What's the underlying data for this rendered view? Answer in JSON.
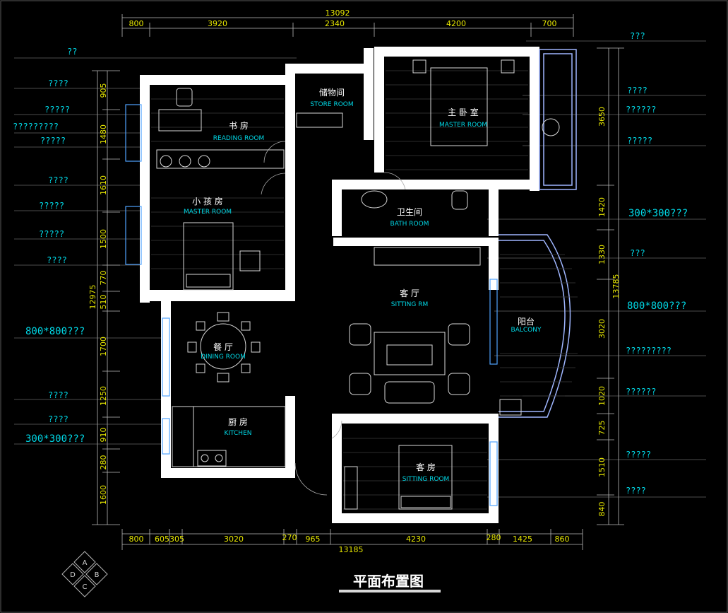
{
  "title": "平面布置图",
  "dims": {
    "top_total": "13092",
    "top": [
      "800",
      "3920",
      "2340",
      "4200",
      "700"
    ],
    "bottom_total": "13185",
    "bottom": [
      "800",
      "605305",
      "3020",
      "270",
      "965",
      "4230",
      "280",
      "1425",
      "860"
    ],
    "left_total": "12975",
    "left": [
      "905",
      "1480",
      "1610",
      "1500",
      "770",
      "510",
      "1700",
      "1250",
      "910",
      "280",
      "1600"
    ],
    "right_total": "13785",
    "right": [
      "3650",
      "1420",
      "1330",
      "3020",
      "1020",
      "725",
      "1510",
      "840"
    ]
  },
  "notes_left": [
    "??",
    "????",
    "?????",
    "?????????",
    "?????",
    "????",
    "?????",
    "?????",
    "????",
    "800*800???",
    "????",
    "????",
    "300*300???"
  ],
  "notes_right": [
    "???",
    "????",
    "??????",
    "?????",
    "300*300???",
    "???",
    "800*800???",
    "?????????",
    "??????",
    "?????",
    "????"
  ],
  "rooms": {
    "reading": {
      "cn": "书 房",
      "en": "READING ROOM"
    },
    "store": {
      "cn": "储物间",
      "en": "STORE ROOM"
    },
    "master": {
      "cn": "主 卧 室",
      "en": "MASTER ROOM"
    },
    "kids": {
      "cn": "小 孩 房",
      "en": "MASTER ROOM"
    },
    "bath": {
      "cn": "卫生间",
      "en": "BATH ROOM"
    },
    "sitting": {
      "cn": "客 厅",
      "en": "SITTING RM"
    },
    "balcony": {
      "cn": "阳台",
      "en": "BALCONY"
    },
    "dining": {
      "cn": "餐 厅",
      "en": "DINING ROOM"
    },
    "kitchen": {
      "cn": "厨 房",
      "en": "KITCHEN"
    },
    "guest": {
      "cn": "客 房",
      "en": "SITTING ROOM"
    }
  },
  "compass": [
    "A",
    "D",
    "B",
    "C"
  ],
  "colors": {
    "background": "#000000",
    "dimension_text": "#e6e600",
    "annotation_text": "#00d8e6",
    "walls": "#ffffff",
    "window": "#4fa3ff"
  }
}
